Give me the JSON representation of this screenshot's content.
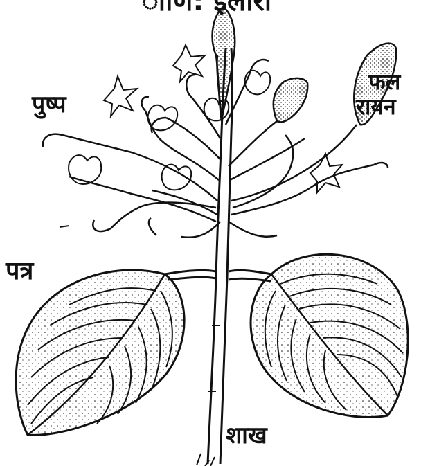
{
  "labels": {
    "top_partial": "ाणि: इलीरा",
    "flower": "पुष्प",
    "fruit_line1": "फल",
    "fruit_line2": "रायन",
    "leaf": "पत्र",
    "branch": "शाख"
  },
  "colors": {
    "ink": "#111111",
    "paper": "#ffffff"
  }
}
